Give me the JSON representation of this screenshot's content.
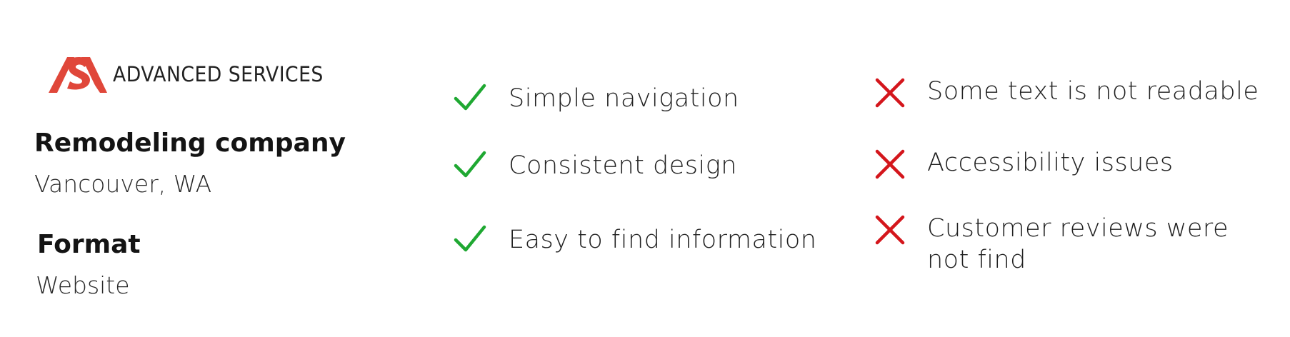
{
  "brand": {
    "logo_text": "ADVANCED SERVICES",
    "logo_color": "#e0473a"
  },
  "company": {
    "heading": "Remodeling company",
    "location": "Vancouver, WA"
  },
  "format": {
    "heading": "Format",
    "value": "Website"
  },
  "pros": [
    {
      "label": "Simple navigation",
      "icon": "checkmark-icon"
    },
    {
      "label": "Consistent design",
      "icon": "checkmark-icon"
    },
    {
      "label": "Easy to find information",
      "icon": "checkmark-icon"
    }
  ],
  "cons": [
    {
      "label": "Some text is not readable",
      "icon": "cross-icon"
    },
    {
      "label": "Accessibility issues",
      "icon": "cross-icon"
    },
    {
      "label": "Customer reviews were not find",
      "icon": "cross-icon"
    }
  ],
  "colors": {
    "check": "#1fa832",
    "cross": "#d4161c"
  }
}
